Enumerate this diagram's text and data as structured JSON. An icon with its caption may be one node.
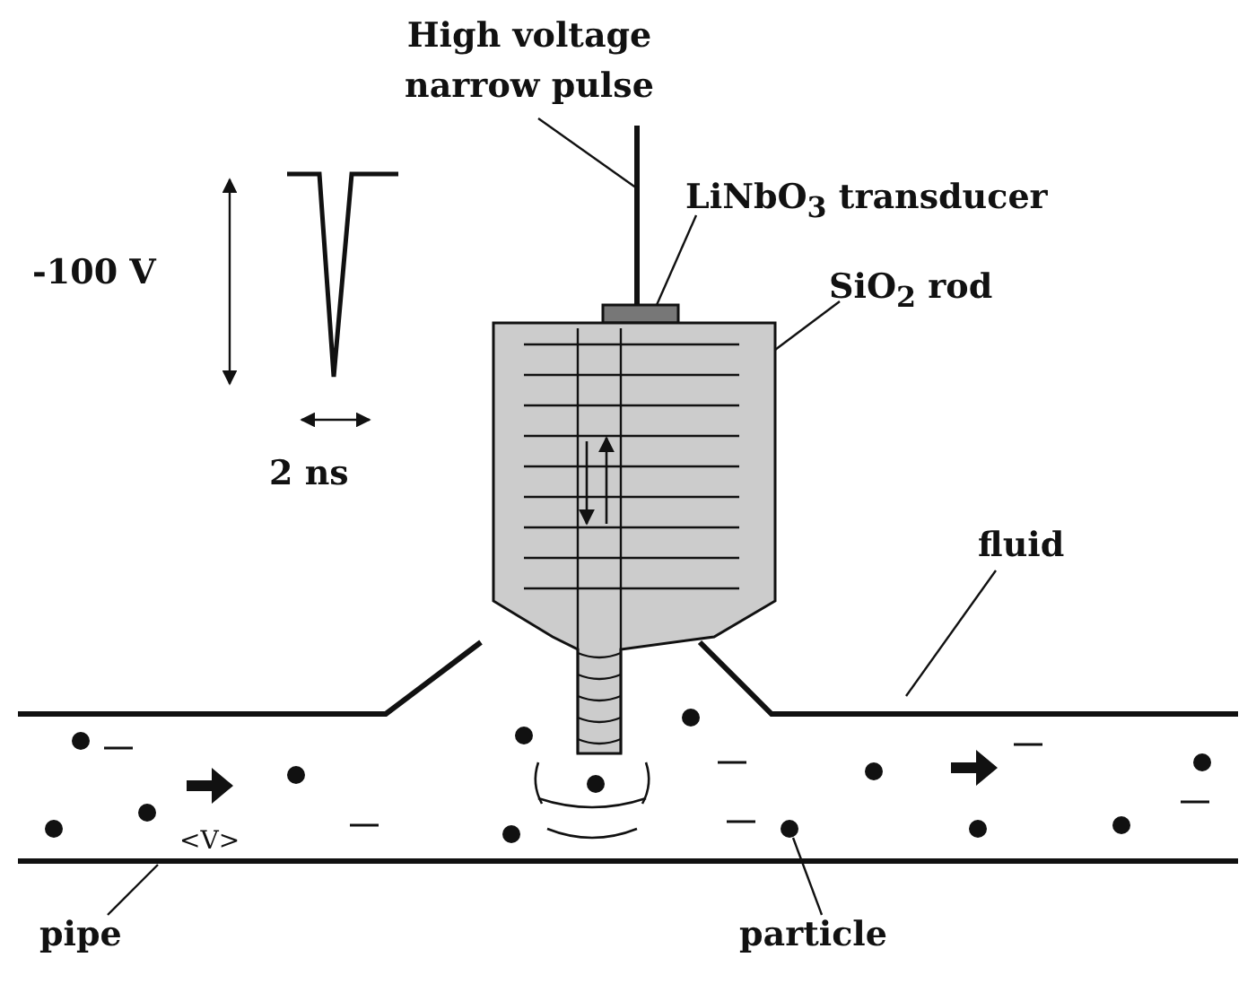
{
  "diagram": {
    "nodes": [
      {
        "text": [
          "High voltage narrow pulse"
        ]
      },
      {
        "text": [
          "LiNbO$_{3}$ transducer"
        ]
      },
      {
        "text": [
          "SiO$_{2}$ rod"
        ]
      },
      {
        "text": [
          "fluid"
        ]
      },
      {
        "text": [
          "pipe"
        ]
      },
      {
        "text": [
          "particle"
        ]
      },
      {
        "text": [],
        "shape": "bar"
      },
      {
        "text": [],
        "shape": "box"
      },
      {
        "text": [],
        "shape": "box"
      },
      {
        "text": [],
        "shape": "circle"
      },
      {
        "text": [],
        "shape": "circle"
      },
      {
        "text": [],
        "shape": "circle"
      },
      {
        "text": [],
        "shape": "circle"
      },
      {
        "text": [],
        "shape": "circle"
      },
      {
        "text": [],
        "shape": "circle"
      },
      {
        "text": [],
        "shape": "circle"
      },
      {
        "text": [],
        "shape": "circle"
      },
      {
        "text": [],
        "shape": "circle"
      },
      {
        "text": [],
        "shape": "circle"
      },
      {
        "text": [],
        "shape": "circle"
      },
      {
        "text": [],
        "shape": "circle"
      },
      {
        "text": [],
        "shape": "circle"
      }
    ],
    "edges": [
      {
        "from": 0,
        "to": 6,
        "arrow": "none"
      },
      {
        "from": 1,
        "to": 7,
        "arrow": "none"
      },
      {
        "from": 2,
        "to": 8,
        "arrow": "none"
      },
      {
        "from": 3,
        "to": null,
        "arrow": "none"
      },
      {
        "from": 4,
        "to": null,
        "arrow": "none"
      },
      {
        "from": 5,
        "to": 17,
        "arrow": "none"
      }
    ],
    "labels": [
      "-100 V",
      "2 ns",
      "<V>"
    ]
  }
}
